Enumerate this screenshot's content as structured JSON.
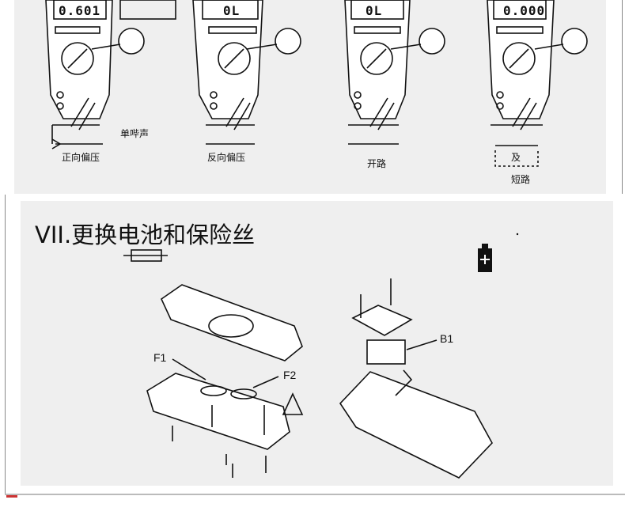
{
  "top_row": {
    "displays": [
      "0.601",
      "0L",
      "0L",
      "0.000"
    ],
    "captions": {
      "forward_bias": "正向偏压",
      "reverse_bias": "反向偏压",
      "open_circuit": "开路",
      "and": "及",
      "short_circuit": "短路",
      "single_beep": "单哔声"
    }
  },
  "section": {
    "title": "VII.更换电池和保险丝"
  },
  "callouts": {
    "fuse1": "F1",
    "fuse2": "F2",
    "battery": "B1"
  }
}
